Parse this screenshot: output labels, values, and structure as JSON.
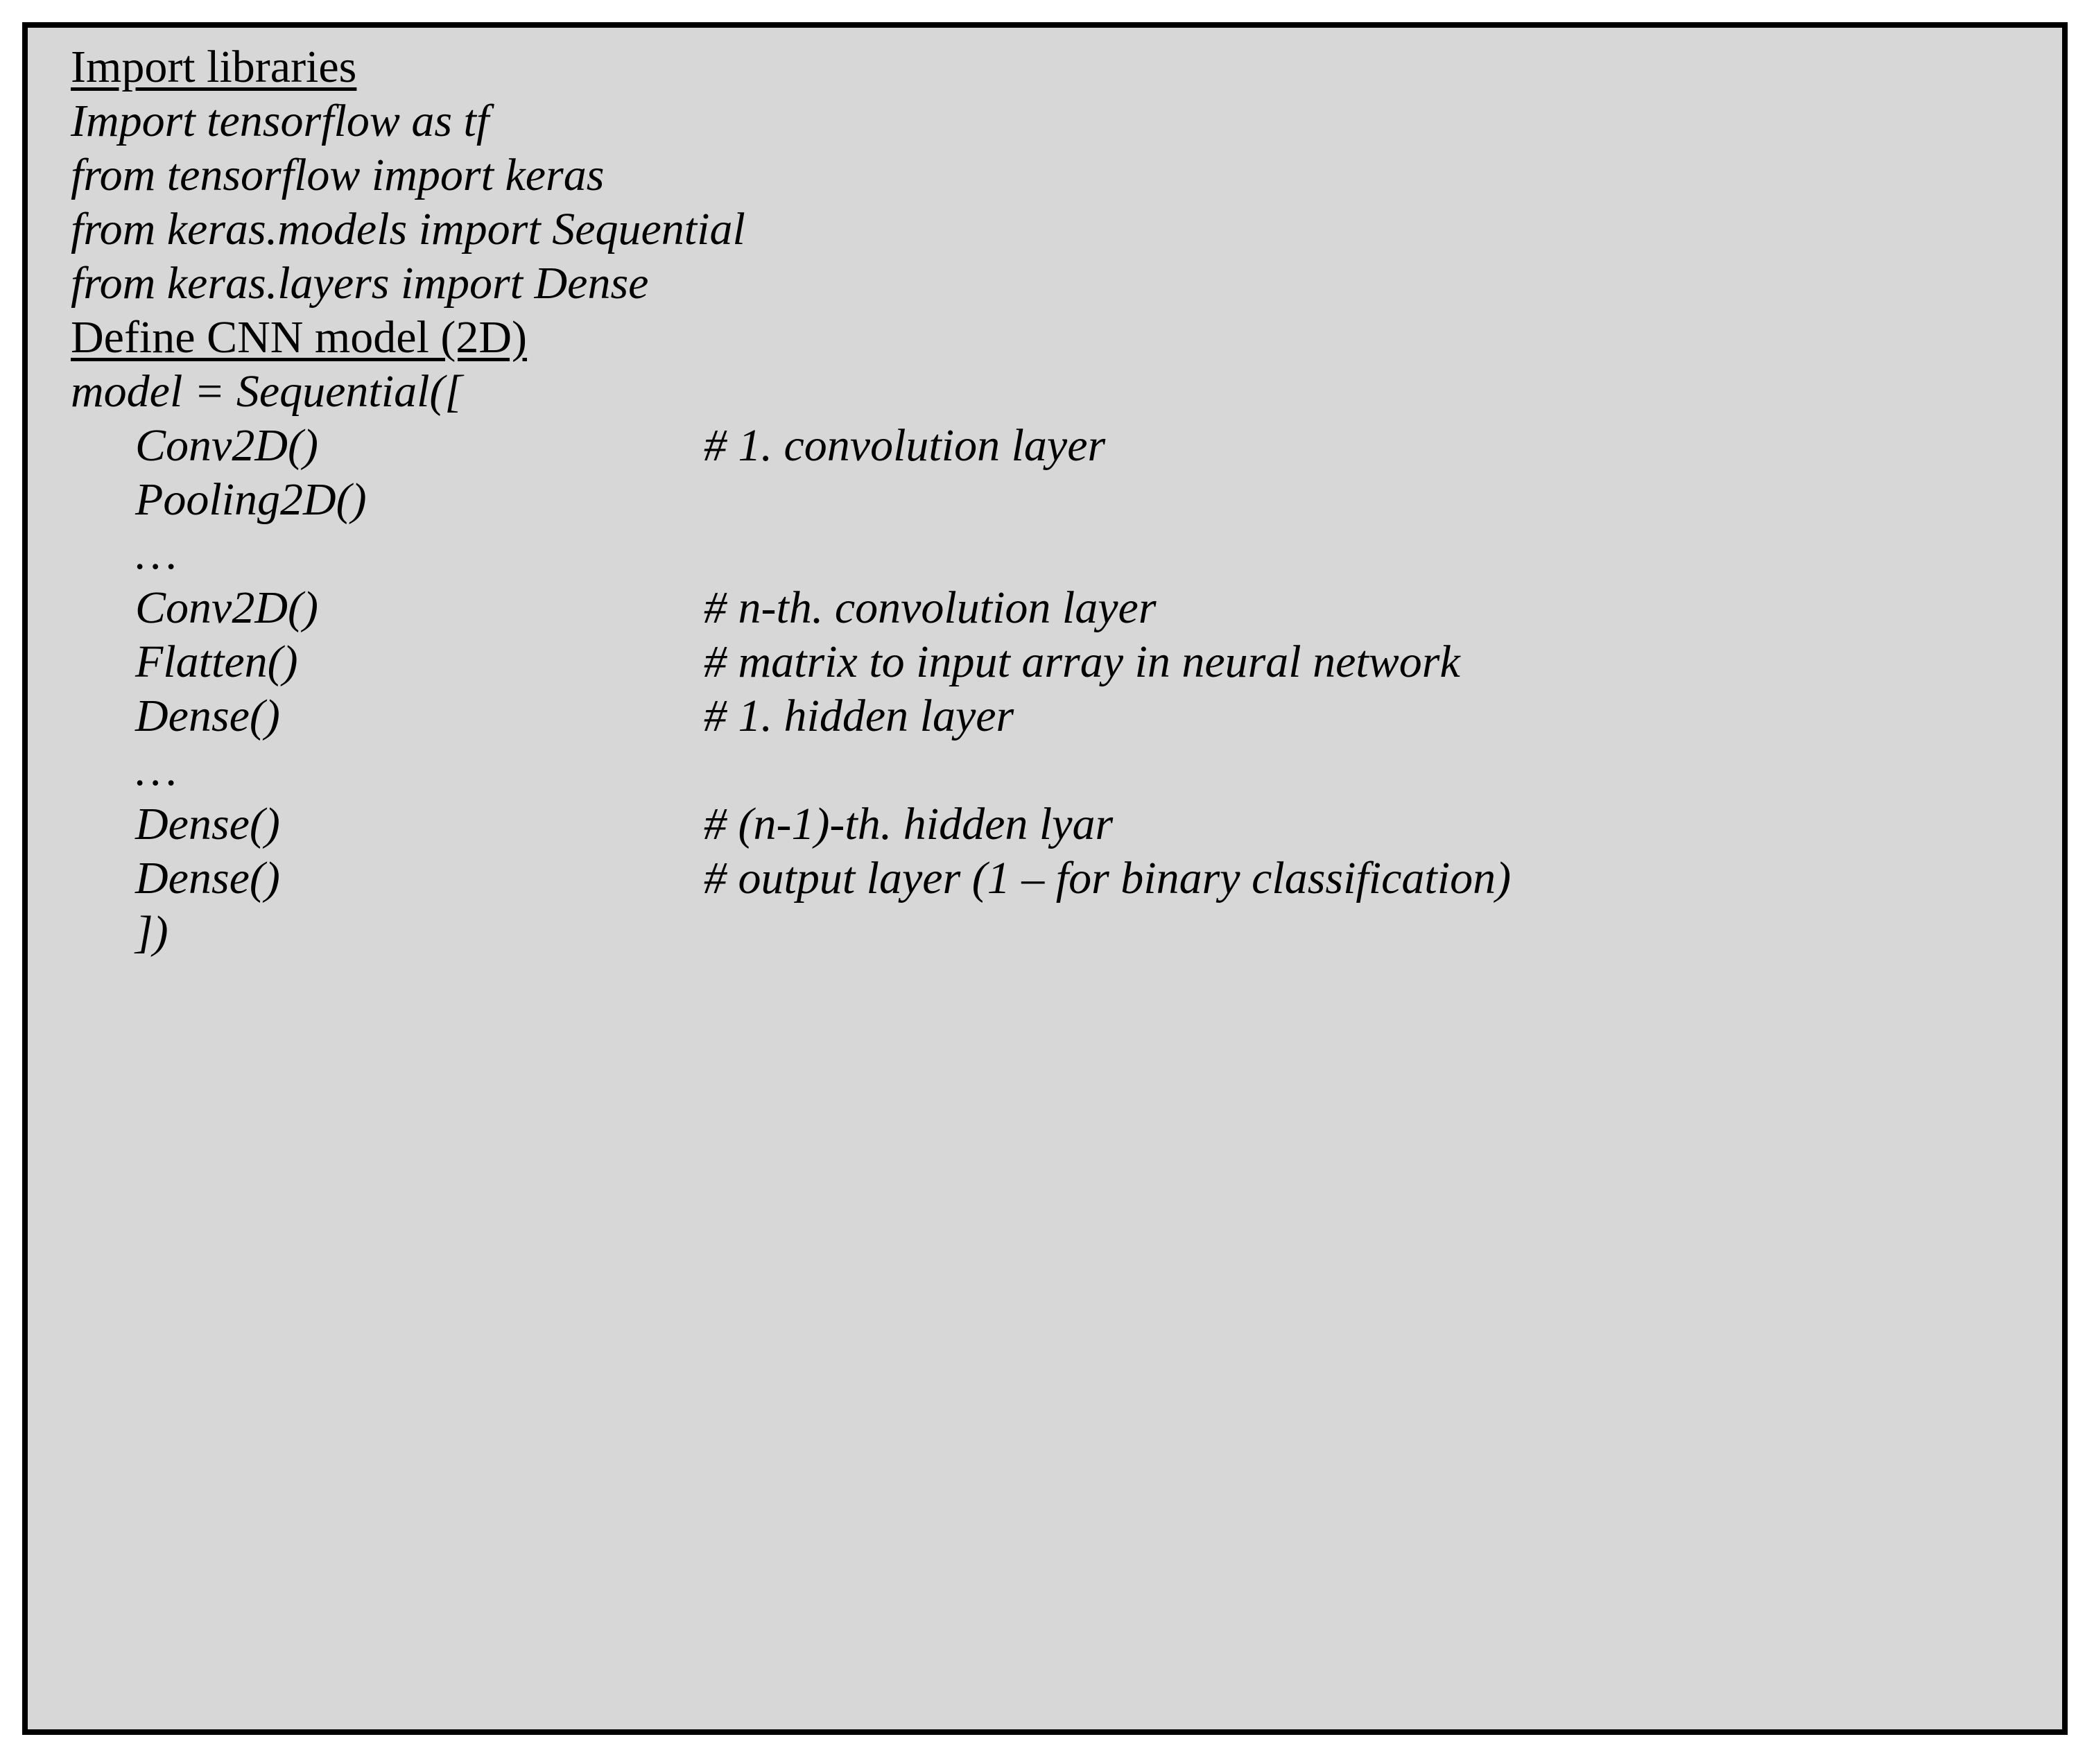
{
  "document": {
    "kind": "code-listing",
    "background_color": "#d7d7d7",
    "border_color": "#000000",
    "text_color": "#000000",
    "lines": [
      {
        "id": "heading-import-libraries",
        "style": "heading",
        "indent": 0,
        "code": "Import libraries",
        "comment": ""
      },
      {
        "id": "import-tensorflow",
        "style": "code",
        "indent": 0,
        "code": "Import tensorflow as tf",
        "comment": ""
      },
      {
        "id": "from-tensorflow-keras",
        "style": "code",
        "indent": 0,
        "code": "from tensorflow import keras",
        "comment": ""
      },
      {
        "id": "from-keras-models",
        "style": "code",
        "indent": 0,
        "code": "from keras.models import Sequential",
        "comment": ""
      },
      {
        "id": "from-keras-layers",
        "style": "code",
        "indent": 0,
        "code": "from keras.layers import Dense",
        "comment": ""
      },
      {
        "id": "heading-define-cnn-model",
        "style": "heading",
        "indent": 0,
        "code": "Define CNN model (2D) ",
        "comment": ""
      },
      {
        "id": "model-sequential",
        "style": "code",
        "indent": 0,
        "code": "model = Sequential([",
        "comment": ""
      },
      {
        "id": "conv2d-first",
        "style": "code",
        "indent": 1,
        "code": "Conv2D()",
        "comment": "# 1. convolution layer"
      },
      {
        "id": "pooling2d",
        "style": "code",
        "indent": 1,
        "code": "Pooling2D()",
        "comment": ""
      },
      {
        "id": "ellipsis-conv",
        "style": "code",
        "indent": 1,
        "code": "...",
        "comment": ""
      },
      {
        "id": "conv2d-nth",
        "style": "code",
        "indent": 1,
        "code": "Conv2D()",
        "comment": "# n-th. convolution layer"
      },
      {
        "id": "flatten",
        "style": "code",
        "indent": 1,
        "code": "Flatten()",
        "comment": "# matrix to input array in neural network"
      },
      {
        "id": "dense-first",
        "style": "code",
        "indent": 1,
        "code": "Dense()",
        "comment": "# 1. hidden layer"
      },
      {
        "id": "ellipsis-dense",
        "style": "code",
        "indent": 1,
        "code": "...",
        "comment": ""
      },
      {
        "id": "dense-n-minus-1",
        "style": "code",
        "indent": 1,
        "code": "Dense()",
        "comment": "# (n-1)-th. hidden lyar"
      },
      {
        "id": "dense-output",
        "style": "code",
        "indent": 1,
        "code": "Dense()",
        "comment": "# output layer (1 – for binary classification)"
      },
      {
        "id": "close-bracket",
        "style": "code",
        "indent": 1,
        "code": "])",
        "comment": ""
      }
    ]
  }
}
